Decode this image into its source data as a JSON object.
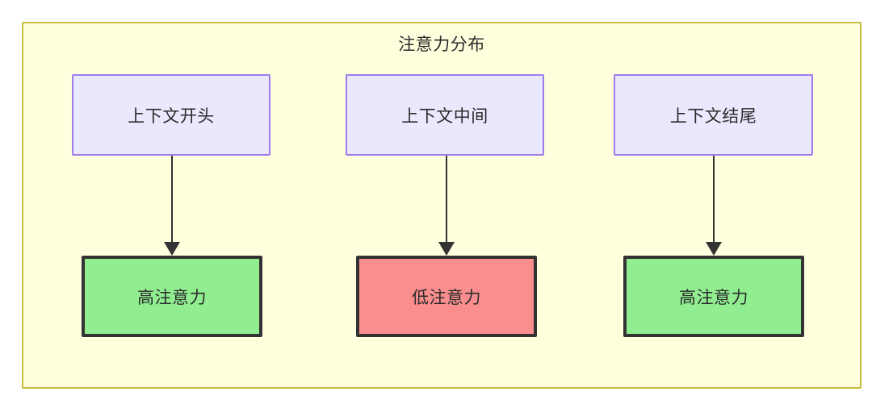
{
  "diagram": {
    "title": "注意力分布",
    "type": "flowchart",
    "background_color": "#ffffde",
    "border_color": "#c4bc3d",
    "nodes": [
      {
        "id": "context-start",
        "label": "上下文开头",
        "group": "context",
        "fill": "#eae8fd",
        "stroke": "#9f7bea"
      },
      {
        "id": "context-mid",
        "label": "上下文中间",
        "group": "context",
        "fill": "#eae8fd",
        "stroke": "#9f7bea"
      },
      {
        "id": "context-end",
        "label": "上下文结尾",
        "group": "context",
        "fill": "#eae8fd",
        "stroke": "#9f7bea"
      },
      {
        "id": "attention-high-start",
        "label": "高注意力",
        "group": "attention",
        "fill": "#90ee90",
        "stroke": "#333333"
      },
      {
        "id": "attention-low-mid",
        "label": "低注意力",
        "group": "attention",
        "fill": "#fa8e8e",
        "stroke": "#333333"
      },
      {
        "id": "attention-high-end",
        "label": "高注意力",
        "group": "attention",
        "fill": "#90ee90",
        "stroke": "#333333"
      }
    ],
    "edges": [
      {
        "from": "context-start",
        "to": "attention-high-start",
        "arrow": "down"
      },
      {
        "from": "context-mid",
        "to": "attention-low-mid",
        "arrow": "down"
      },
      {
        "from": "context-end",
        "to": "attention-high-end",
        "arrow": "down"
      }
    ]
  }
}
